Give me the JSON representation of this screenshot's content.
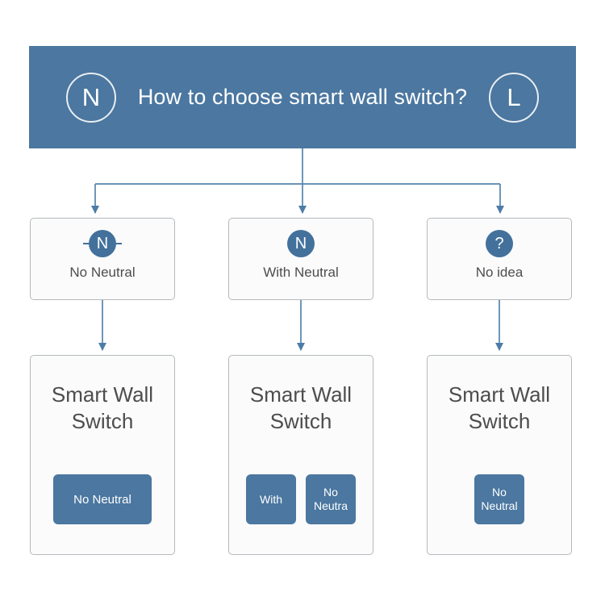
{
  "header": {
    "left_badge": "N",
    "left_badge_icon": "circle-n-icon",
    "title": "How to choose smart wall switch?",
    "right_badge": "L",
    "right_badge_icon": "circle-l-icon"
  },
  "options": [
    {
      "icon": "n-strikethrough-icon",
      "glyph": "N",
      "label": "No Neutral"
    },
    {
      "icon": "n-circle-icon",
      "glyph": "N",
      "label": "With Neutral"
    },
    {
      "icon": "question-mark-icon",
      "glyph": "?",
      "label": "No idea"
    }
  ],
  "results": [
    {
      "title": "Smart Wall\nSwitch",
      "buttons": [
        {
          "label": "No Neutral",
          "shape": "wide"
        }
      ]
    },
    {
      "title": "Smart Wall\nSwitch",
      "buttons": [
        {
          "label": "With",
          "shape": "sq"
        },
        {
          "label": "No\nNeutra",
          "shape": "sq"
        }
      ]
    },
    {
      "title": "Smart Wall\nSwitch",
      "buttons": [
        {
          "label": "No\nNeutral",
          "shape": "sq"
        }
      ]
    }
  ],
  "colors": {
    "brand_blue": "#4b77a0",
    "badge_blue": "#43719c",
    "connector_blue": "#5585ad",
    "box_border": "#b5b9bd",
    "box_fill": "#fbfbfb",
    "text_gray": "#4d4d4d",
    "page_background": "#ffffff"
  }
}
